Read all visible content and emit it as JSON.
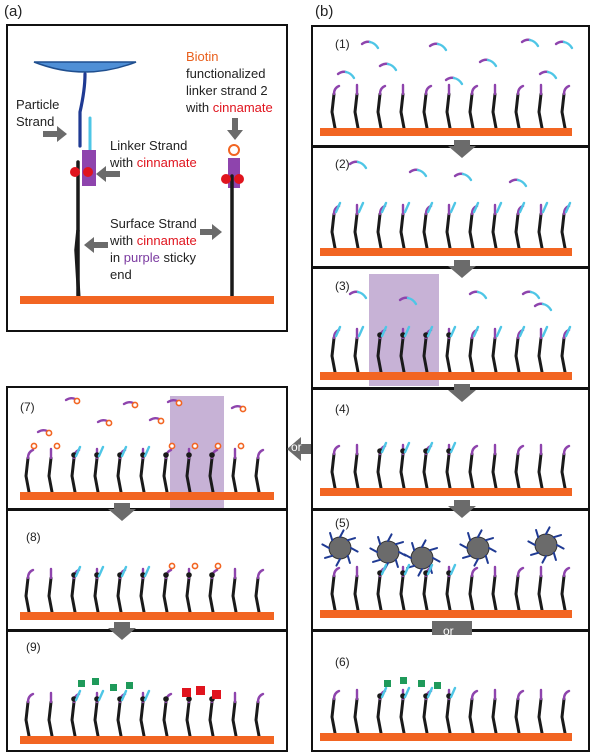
{
  "labels": {
    "a": "(a)",
    "b": "(b)"
  },
  "panel_a": {
    "particle": [
      "Particle",
      "Strand"
    ],
    "biotin": "Biotin",
    "biotin_rest": [
      "functionalized",
      "linker strand 2",
      "with "
    ],
    "cinnamate": "cinnamate",
    "linker": [
      "Linker Strand",
      "with "
    ],
    "surface": [
      "Surface Strand",
      "with ",
      "in ",
      "purple",
      " sticky",
      "end"
    ]
  },
  "steps": [
    "(1)",
    "(2)",
    "(3)",
    "(4)",
    "(5)",
    "(6)",
    "(7)",
    "(8)",
    "(9)"
  ],
  "or_labels": [
    "or",
    "or"
  ],
  "colors": {
    "orange": "#f26522",
    "purple": "#8e44ad",
    "cyan": "#4ec6e6",
    "black": "#1a1a1a",
    "navy": "#1f3a93",
    "gray": "#6b6b6b",
    "green": "#1f9a5a",
    "red": "#e0141e",
    "uv": "#c7b2d6"
  }
}
